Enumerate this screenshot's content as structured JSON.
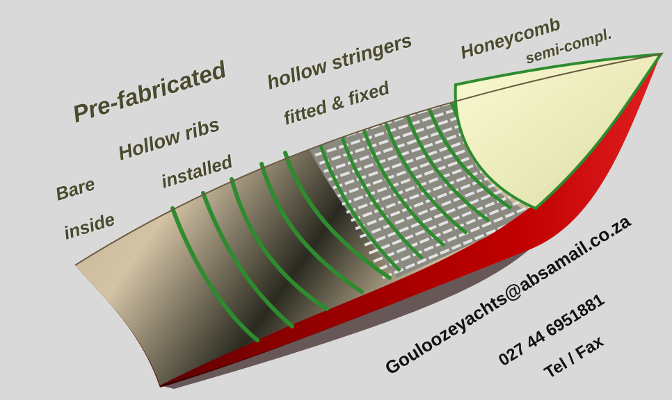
{
  "labels": {
    "prefab": "Pre-fabricated",
    "hollow_ribs": "Hollow ribs",
    "bare": "Bare",
    "inside": "inside",
    "installed": "installed",
    "hollow_stringers": "hollow stringers",
    "fitted_fixed": "fitted & fixed",
    "honeycomb": "Honeycomb",
    "semi_compl": "semi-compl."
  },
  "contact": {
    "email": "Gouloozeyachts@absamail.co.za",
    "phone": "027 44 6951881",
    "telfax": "Tel / Fax"
  },
  "colors": {
    "background": "#d9d9d9",
    "hull_exterior": "#b00000",
    "hull_interior": "#c9b79a",
    "ribs": "#2e8b2e",
    "stringers": "#b9b9b9",
    "honeycomb": "#eeeeb8",
    "label_text": "#4a4a2e"
  }
}
